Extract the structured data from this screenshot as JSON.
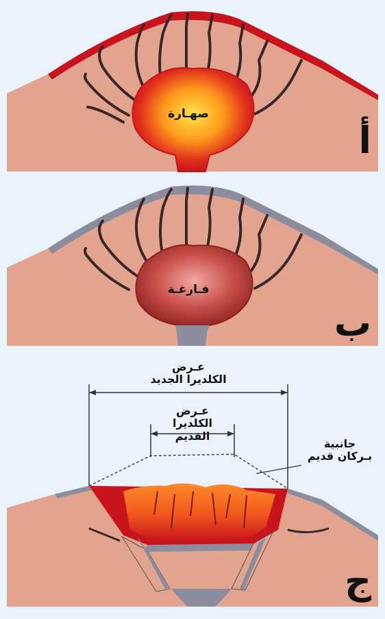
{
  "panels": [
    {
      "letter": "أ",
      "label": "صهـارة"
    },
    {
      "letter": "ب",
      "label": "فـارغـة"
    },
    {
      "letter": "ج"
    }
  ],
  "annotations": {
    "new_caldera_width_line1": "عـرض",
    "new_caldera_width_line2": "الكلديرا الجديد",
    "old_caldera_width_line1": "عـرض",
    "old_caldera_width_line2": "الكلديرا",
    "old_caldera_width_line3": "القديم",
    "old_volcano_flank_line1": "جانبية",
    "old_volcano_flank_line2": "بـركان قديم"
  },
  "colors": {
    "background": "#eaf3fb",
    "ground": "#e2a48e",
    "magma_red": "#c8141c",
    "magma_orange": "#ff7a1a",
    "magma_yellow": "#ffe44a",
    "empty_chamber": "#b33a3a",
    "gray_layer": "#8b8d9e",
    "cracks": "#3a2626"
  }
}
